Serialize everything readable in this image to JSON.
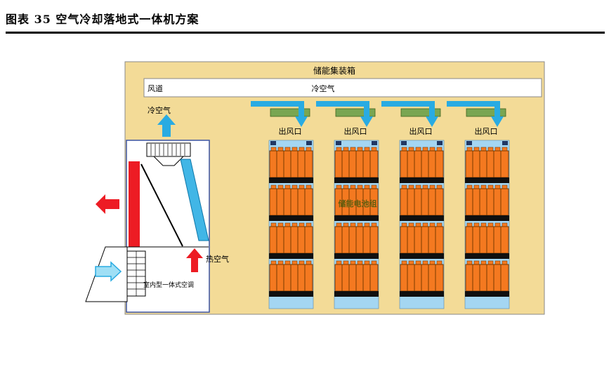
{
  "figure": {
    "title": "图表 35 空气冷却落地式一体机方案"
  },
  "diagram": {
    "container_label": "储能集装箱",
    "duct_label": "风道",
    "duct_cold_air_label": "冷空气",
    "left_cold_air_label": "冷空气",
    "outlet_label": "出风口",
    "battery_group_label": "储能电池组",
    "hot_air_label": "热空气",
    "ac_unit_label": "室内型一体式空调",
    "colors": {
      "container_fill": "#F3DB97",
      "duct_fill": "#FFFFFF",
      "outlet_green": "#79A652",
      "air_arrow_cyan": "#29ABE2",
      "hot_arrow_red": "#ED1C24",
      "battery_orange": "#F47920",
      "rack_light_blue": "#A4D6F2",
      "rack_navy": "#203864",
      "ac_border_blue": "#3A53A4"
    }
  }
}
